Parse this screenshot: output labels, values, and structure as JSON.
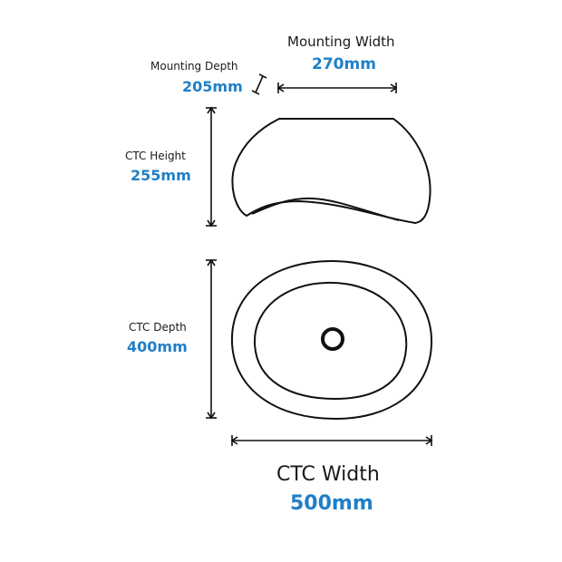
{
  "mounting_width": {
    "label": "Mounting Width",
    "value": "270mm"
  },
  "mounting_depth": {
    "label": "Mounting Depth",
    "value": "205mm"
  },
  "ctc_height": {
    "label": "CTC Height",
    "value": "255mm"
  },
  "ctc_depth": {
    "label": "CTC Depth",
    "value": "400mm"
  },
  "ctc_width": {
    "label": "CTC Width",
    "value": "500mm"
  },
  "colors": {
    "value": "#1f7fc6",
    "line": "#111111"
  }
}
